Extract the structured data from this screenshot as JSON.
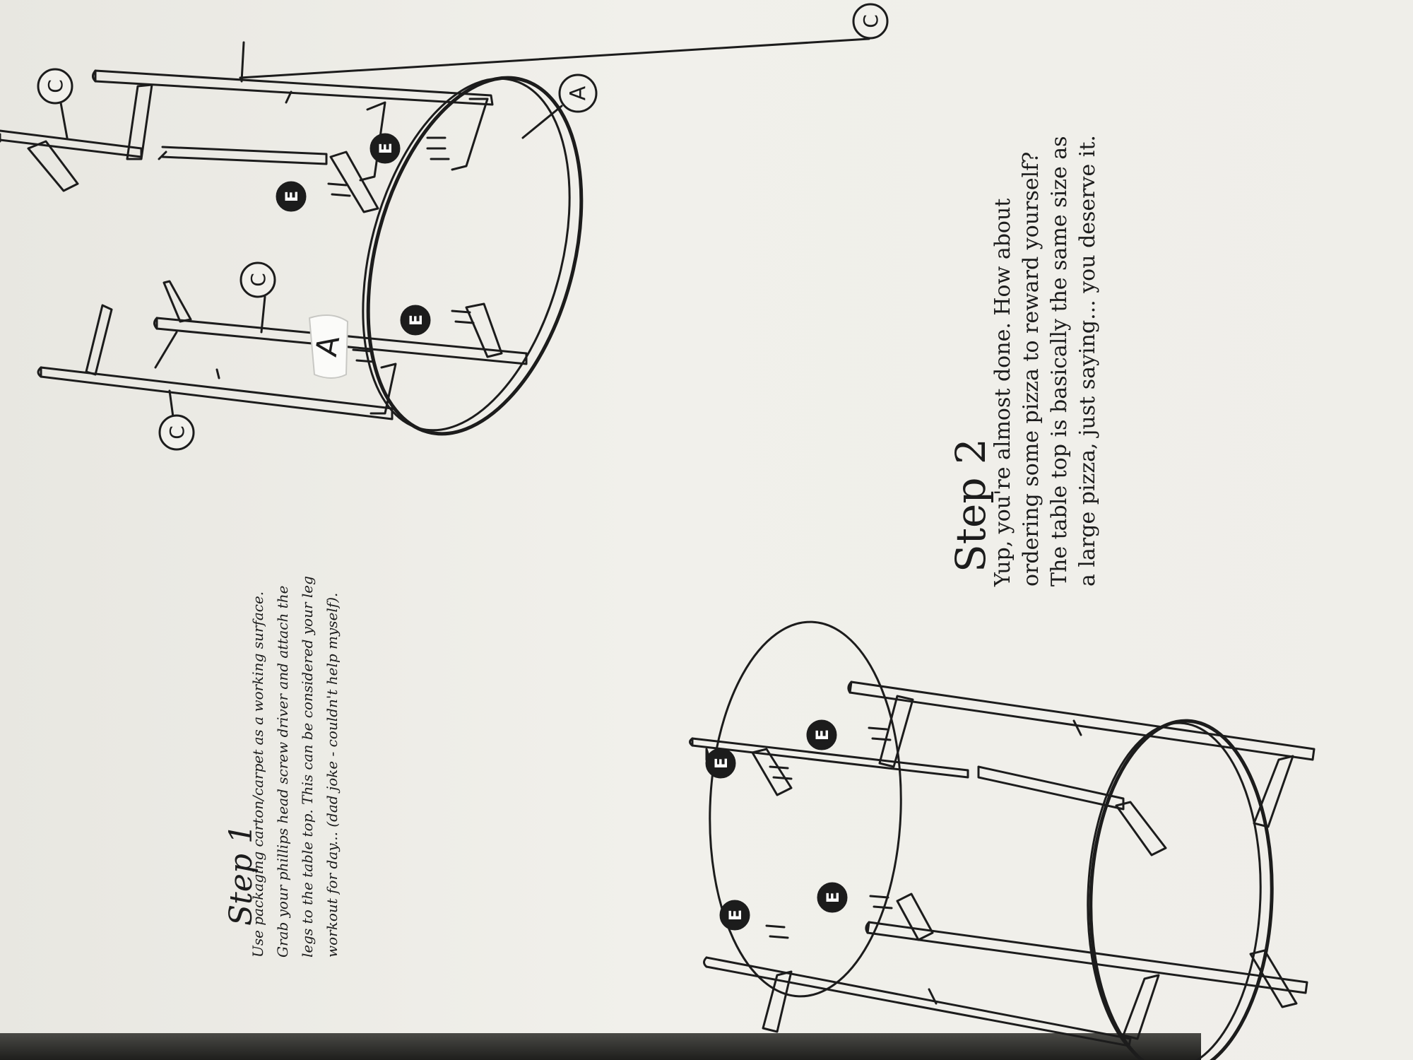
{
  "step1": {
    "heading": "Step 1",
    "lines": [
      "Use packaging carton/carpet as a working surface.",
      "Grab your phillips head screw driver and attach the",
      "legs to the table top. This can be considered your leg",
      "workout for day... (dad joke - couldn't help myself)."
    ]
  },
  "step2": {
    "heading": "Step 2",
    "lines": [
      "Yup, you're almost done.  How about",
      "ordering some pizza to reward yourself?",
      "The table top is basically the same size as",
      "a large pizza, just saying... you deserve it."
    ]
  },
  "diagram1": {
    "callouts": [
      "C",
      "C",
      "C",
      "C",
      "A",
      "E",
      "E",
      "E"
    ],
    "sticky_label": "A"
  },
  "diagram2": {
    "callouts": [
      "E",
      "E",
      "E",
      "E"
    ]
  },
  "colors": {
    "paper": "#efeee9",
    "ink": "#1c1c1c"
  }
}
